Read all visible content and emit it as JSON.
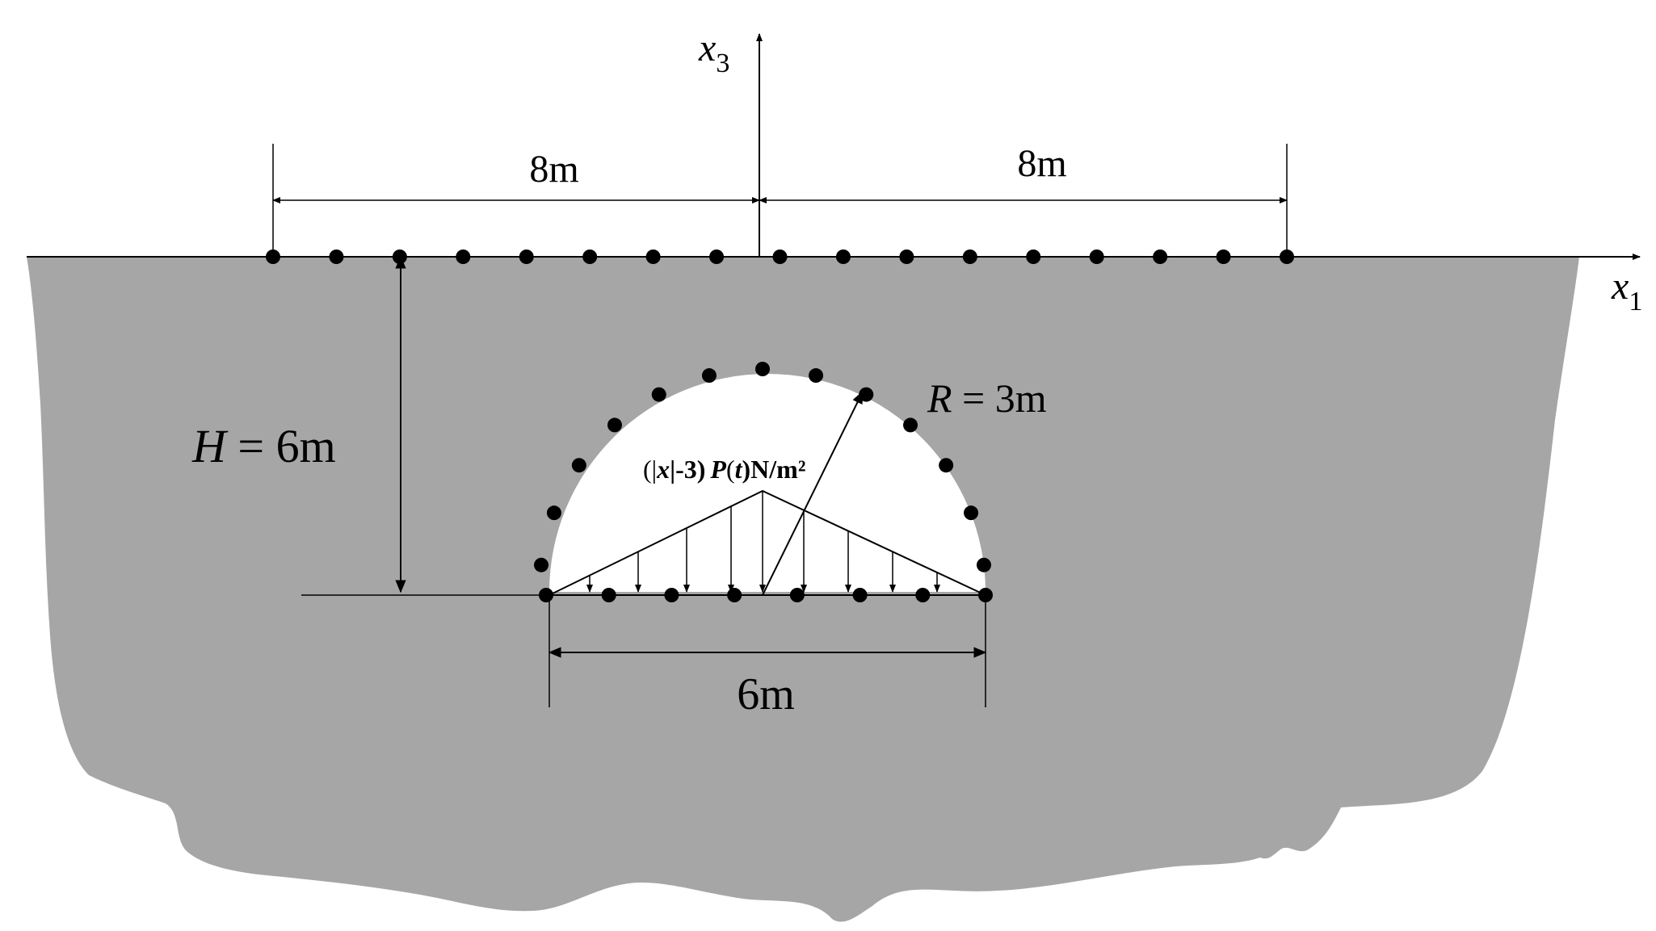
{
  "colors": {
    "ground": "#a6a6a6",
    "ink": "#000000",
    "opening": "#ffffff"
  },
  "axes": {
    "x3_symbol": "x",
    "x3_subscript": "3",
    "x1_symbol": "x",
    "x1_subscript": "1"
  },
  "dimensions": {
    "left_span": "8m",
    "right_span": "8m",
    "depth_symbol": "H",
    "depth_rest": " = 6m",
    "radius_symbol": "R",
    "radius_rest": " = 3m",
    "base_width": "6m"
  },
  "load": {
    "open": "(|",
    "x": "x",
    "mid": "|-3)",
    "p": "P",
    "paren_open": "(",
    "t": "t",
    "unit": ")N/m²"
  },
  "nodes": {
    "surface_count": 17,
    "arc_count": 13,
    "base_count": 8
  }
}
